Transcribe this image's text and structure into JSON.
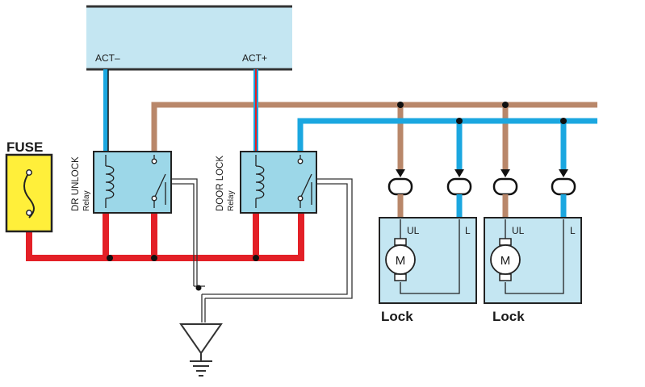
{
  "ecu": {
    "terminals": [
      "ACT–",
      "ACT+"
    ]
  },
  "fuse": {
    "label": "FUSE"
  },
  "relays": [
    {
      "name": "DR UNLOCK",
      "sub": "Relay"
    },
    {
      "name": "DOOR LOCK",
      "sub": "Relay"
    }
  ],
  "locks": [
    {
      "label": "Lock",
      "motor": "M",
      "term_ul": "UL",
      "term_l": "L"
    },
    {
      "label": "Lock",
      "motor": "M",
      "term_ul": "UL",
      "term_l": "L"
    }
  ],
  "colors": {
    "ecu_fill": "#c4e6f2",
    "relay_fill": "#9cd7e8",
    "lock_fill": "#c4e6f2",
    "fuse_fill": "#ffef3a",
    "wire_red": "#e32027",
    "wire_blue": "#1ba7e0",
    "wire_brown": "#b9876a",
    "wire_ground": "#333333"
  }
}
